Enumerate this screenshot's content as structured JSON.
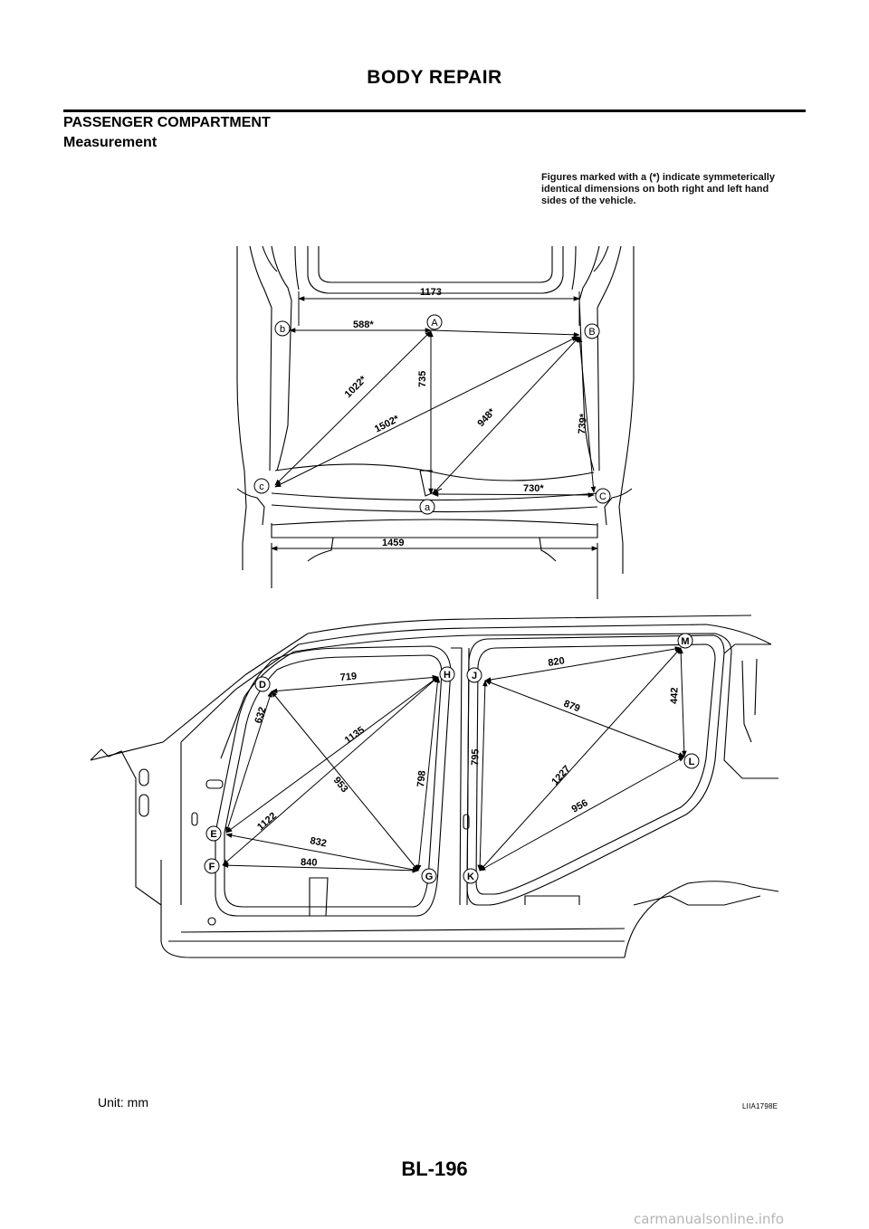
{
  "header": {
    "title": "BODY REPAIR"
  },
  "section": {
    "title": "PASSENGER COMPARTMENT",
    "subtitle": "Measurement"
  },
  "note": {
    "lines": [
      "Figures marked with a  (*) indicate symmeterically",
      "identical dimensions on both right and left hand",
      "sides of the vehicle."
    ]
  },
  "top_view": {
    "points": [
      "A",
      "B",
      "C",
      "a",
      "b",
      "c"
    ],
    "dimensions": [
      "1173",
      "588*",
      "1022*",
      "735",
      "1502*",
      "948*",
      "739*",
      "730*",
      "1459"
    ]
  },
  "side_view": {
    "points": [
      "D",
      "E",
      "F",
      "G",
      "H",
      "J",
      "K",
      "L",
      "M"
    ],
    "dimensions": [
      "719",
      "632",
      "1135",
      "953",
      "798",
      "1122",
      "832",
      "840",
      "795",
      "820",
      "879",
      "442",
      "1227",
      "956"
    ]
  },
  "footer": {
    "unit": "Unit: mm",
    "figure_id": "LIIA1798E",
    "page_number": "BL-196",
    "watermark": "carmanualsonline.info"
  }
}
